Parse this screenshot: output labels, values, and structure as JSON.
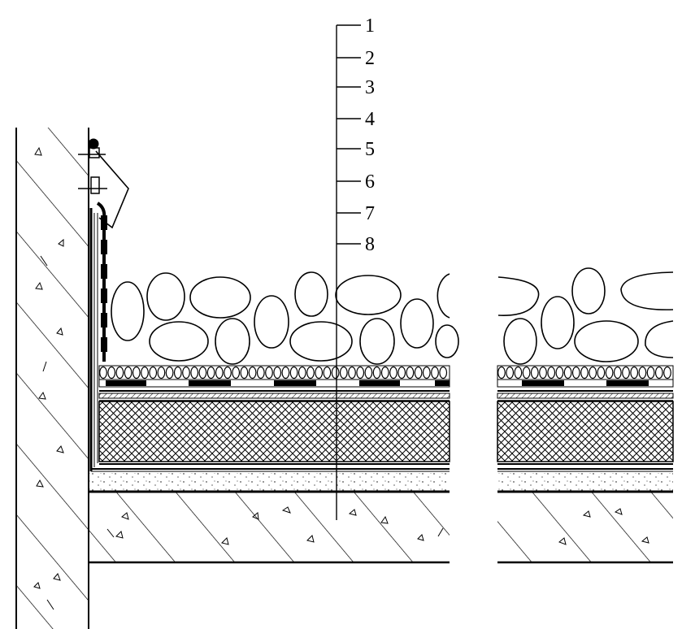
{
  "callouts": [
    {
      "label": "1"
    },
    {
      "label": "2"
    },
    {
      "label": "3"
    },
    {
      "label": "4"
    },
    {
      "label": "5"
    },
    {
      "label": "6"
    },
    {
      "label": "7"
    },
    {
      "label": "8"
    }
  ],
  "colors": {
    "ink": "#000000",
    "paper": "#ffffff"
  }
}
